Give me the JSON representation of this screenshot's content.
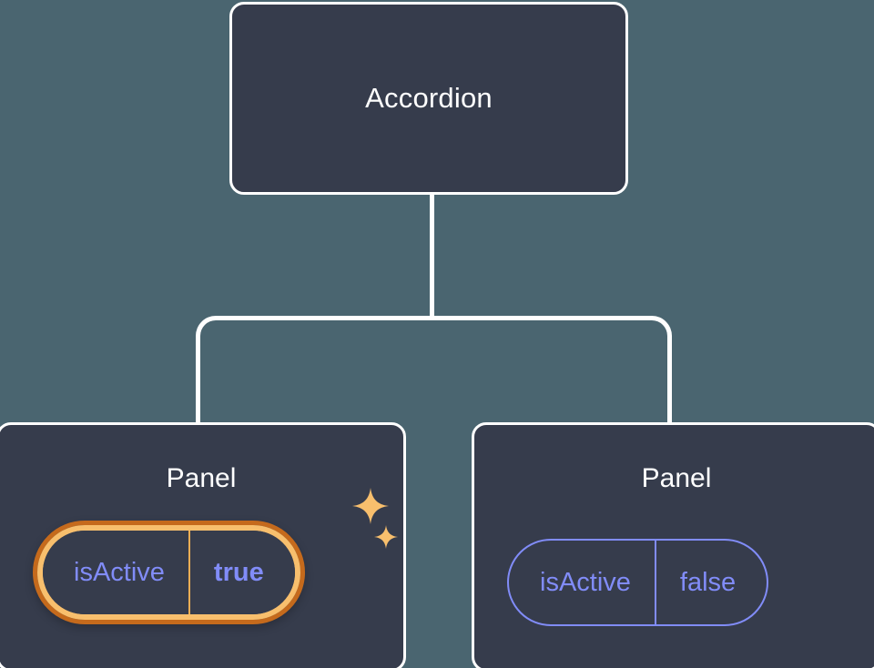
{
  "theme": {
    "background": "#4a6570",
    "node_fill": "#363c4c",
    "node_border": "#ffffff",
    "node_text": "#ffffff",
    "prop_text": "#818cf8",
    "prop_border": "#818cf8",
    "highlight_outer": "#c56a1c",
    "highlight_inner": "#f8bf6d",
    "sparkle_color": "#f8bf6d"
  },
  "tree": {
    "root": {
      "label": "Accordion"
    },
    "children": [
      {
        "label": "Panel",
        "highlighted": true,
        "prop": {
          "key": "isActive",
          "value": "true"
        },
        "sparkles": [
          {
            "name": "sparkle-large"
          },
          {
            "name": "sparkle-small"
          }
        ]
      },
      {
        "label": "Panel",
        "highlighted": false,
        "prop": {
          "key": "isActive",
          "value": "false"
        }
      }
    ]
  }
}
